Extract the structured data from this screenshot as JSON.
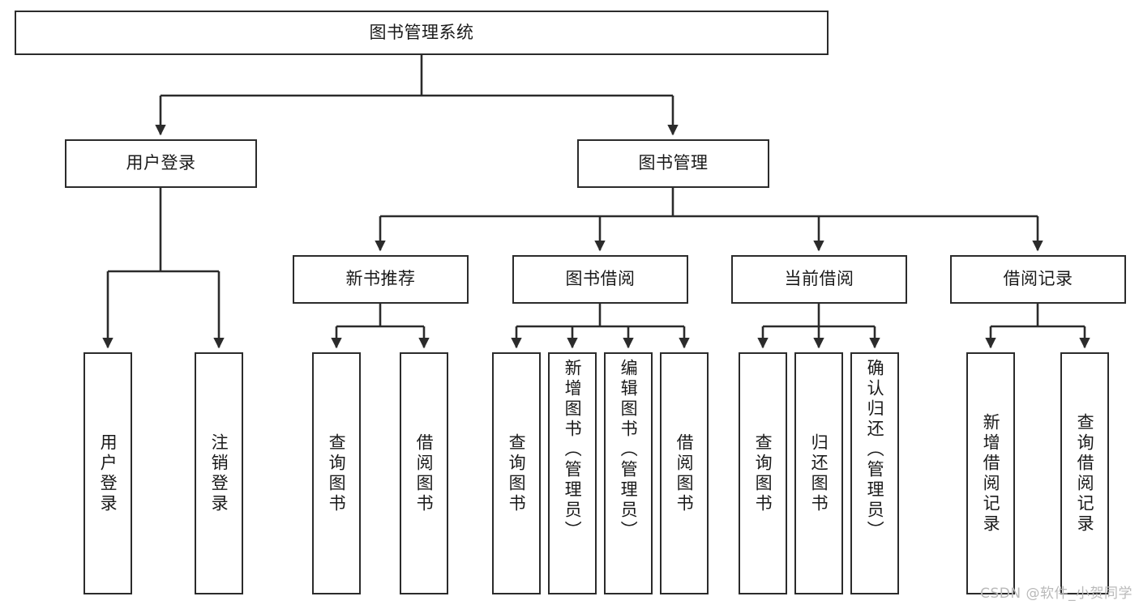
{
  "diagram": {
    "title": "图书管理系统",
    "type": "tree-hierarchy-chart",
    "watermark": "CSDN @软件_小贺同学",
    "colors": {
      "stroke": "#2b2b2b",
      "fill": "#ffffff",
      "text": "#1a1a1a",
      "watermark": "#b9b9b9"
    }
  },
  "nodes": {
    "root": {
      "label": "图书管理系统"
    },
    "level2": [
      {
        "id": "user-login",
        "label": "用户登录"
      },
      {
        "id": "book-manage",
        "label": "图书管理"
      }
    ],
    "level3": [
      {
        "id": "new-book-recommend",
        "label": "新书推荐"
      },
      {
        "id": "book-borrow",
        "label": "图书借阅"
      },
      {
        "id": "current-borrow",
        "label": "当前借阅"
      },
      {
        "id": "borrow-record",
        "label": "借阅记录"
      }
    ],
    "leaves": {
      "user_login": [
        {
          "id": "leaf-user-login",
          "label": "用户登录"
        },
        {
          "id": "leaf-logout",
          "label": "注销登录"
        }
      ],
      "new_book_recommend": [
        {
          "id": "leaf-query-book-1",
          "label": "查询图书"
        },
        {
          "id": "leaf-borrow-book-1",
          "label": "借阅图书"
        }
      ],
      "book_borrow": [
        {
          "id": "leaf-query-book-2",
          "label": "查询图书"
        },
        {
          "id": "leaf-add-book",
          "label": "新增图书（管理员）"
        },
        {
          "id": "leaf-edit-book",
          "label": "编辑图书（管理员）"
        },
        {
          "id": "leaf-borrow-book-2",
          "label": "借阅图书"
        }
      ],
      "current_borrow": [
        {
          "id": "leaf-query-book-3",
          "label": "查询图书"
        },
        {
          "id": "leaf-return-book",
          "label": "归还图书"
        },
        {
          "id": "leaf-confirm-return",
          "label": "确认归还（管理员）"
        }
      ],
      "borrow_record": [
        {
          "id": "leaf-add-record",
          "label": "新增借阅记录"
        },
        {
          "id": "leaf-query-record",
          "label": "查询借阅记录"
        }
      ]
    }
  }
}
